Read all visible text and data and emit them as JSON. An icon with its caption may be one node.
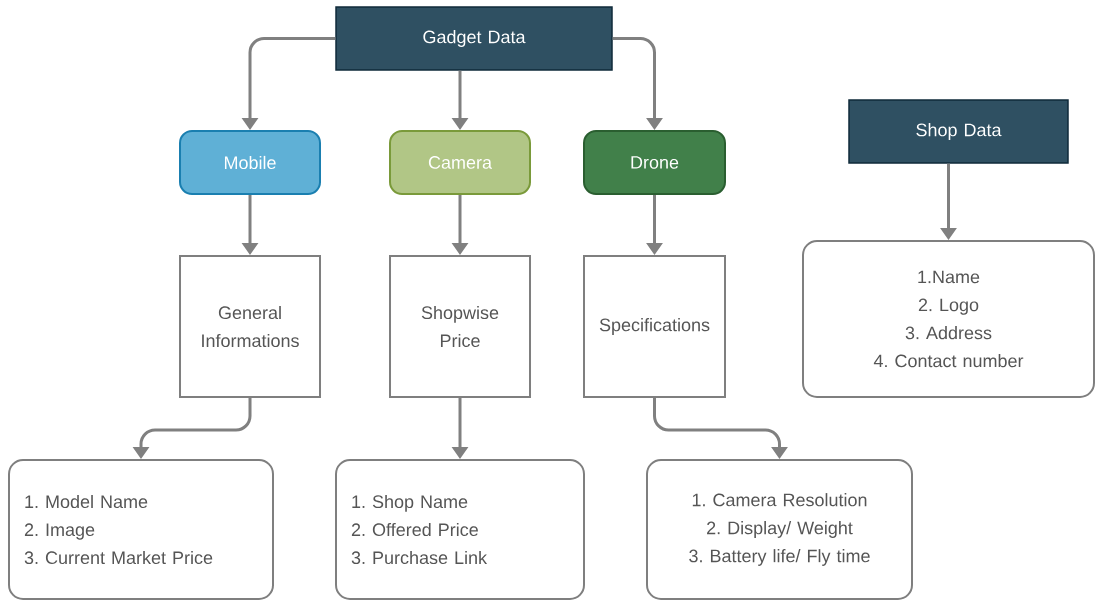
{
  "diagram": {
    "nodes": [
      {
        "text": [
          "Gadget Data"
        ]
      },
      {
        "text": [
          "Mobile"
        ]
      },
      {
        "text": [
          "Camera"
        ]
      },
      {
        "text": [
          "Drone"
        ]
      },
      {
        "text": [
          "Shop Data"
        ]
      },
      {
        "text": [
          "General Informations"
        ]
      },
      {
        "text": [
          "Shopwise Price"
        ]
      },
      {
        "text": [
          "Specifications"
        ]
      },
      {
        "text": [
          "1.Name",
          "2. Logo",
          "3. Address",
          "4. Contact number"
        ]
      },
      {
        "text": [
          "1. Model Name",
          "2. Image",
          "3. Current Market Price"
        ]
      },
      {
        "text": [
          "1. Shop Name",
          "2. Offered Price",
          "3. Purchase Link"
        ]
      },
      {
        "text": [
          "1. Camera Resolution",
          "2. Display/ Weight",
          "3. Battery life/ Fly time"
        ]
      }
    ],
    "edges": [
      {
        "from": 0,
        "to": 1,
        "arrow": "to"
      },
      {
        "from": 0,
        "to": 2,
        "arrow": "to"
      },
      {
        "from": 0,
        "to": 3,
        "arrow": "to"
      },
      {
        "from": 1,
        "to": 5,
        "arrow": "to"
      },
      {
        "from": 2,
        "to": 6,
        "arrow": "to"
      },
      {
        "from": 3,
        "to": 7,
        "arrow": "to"
      },
      {
        "from": 4,
        "to": 8,
        "arrow": "to"
      },
      {
        "from": 5,
        "to": 9,
        "arrow": "to"
      },
      {
        "from": 6,
        "to": 10,
        "arrow": "to"
      },
      {
        "from": 7,
        "to": 11,
        "arrow": "to"
      }
    ]
  }
}
